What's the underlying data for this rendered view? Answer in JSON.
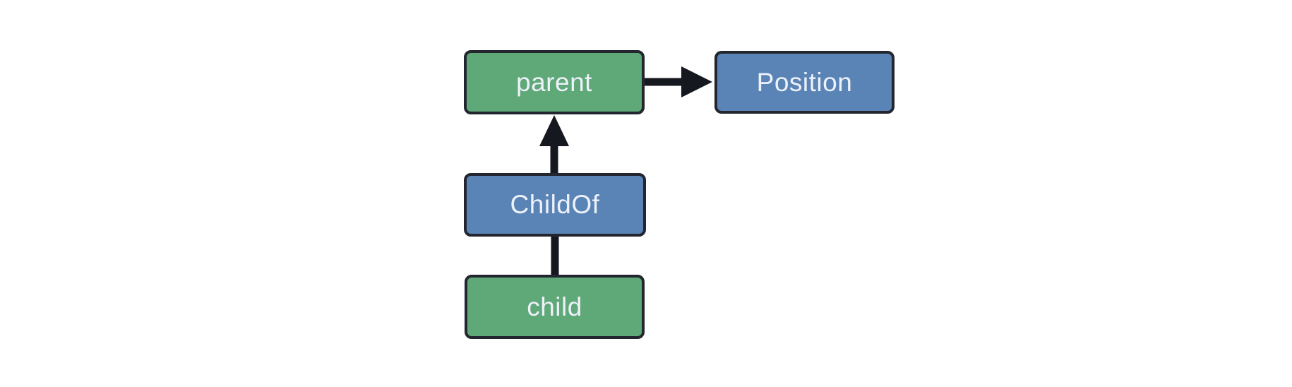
{
  "diagram": {
    "description": "entity relationship diagram with four nodes and three connectors",
    "colors": {
      "background": "#ffffff",
      "entity_fill_green": "#5fa878",
      "component_fill_blue": "#5a84b6",
      "node_border": "#23262f",
      "edge_stroke": "#16181f",
      "label_text": "#edf1f9"
    },
    "nodes": {
      "parent": {
        "label": "parent",
        "fill": "green"
      },
      "position": {
        "label": "Position",
        "fill": "blue"
      },
      "childof": {
        "label": "ChildOf",
        "fill": "blue"
      },
      "child": {
        "label": "child",
        "fill": "green"
      }
    },
    "edges": [
      {
        "from": "parent",
        "to": "Position",
        "style": "arrow",
        "direction": "right"
      },
      {
        "from": "ChildOf",
        "to": "parent",
        "style": "arrow",
        "direction": "up"
      },
      {
        "from": "child",
        "to": "ChildOf",
        "style": "line",
        "direction": "up"
      }
    ]
  }
}
